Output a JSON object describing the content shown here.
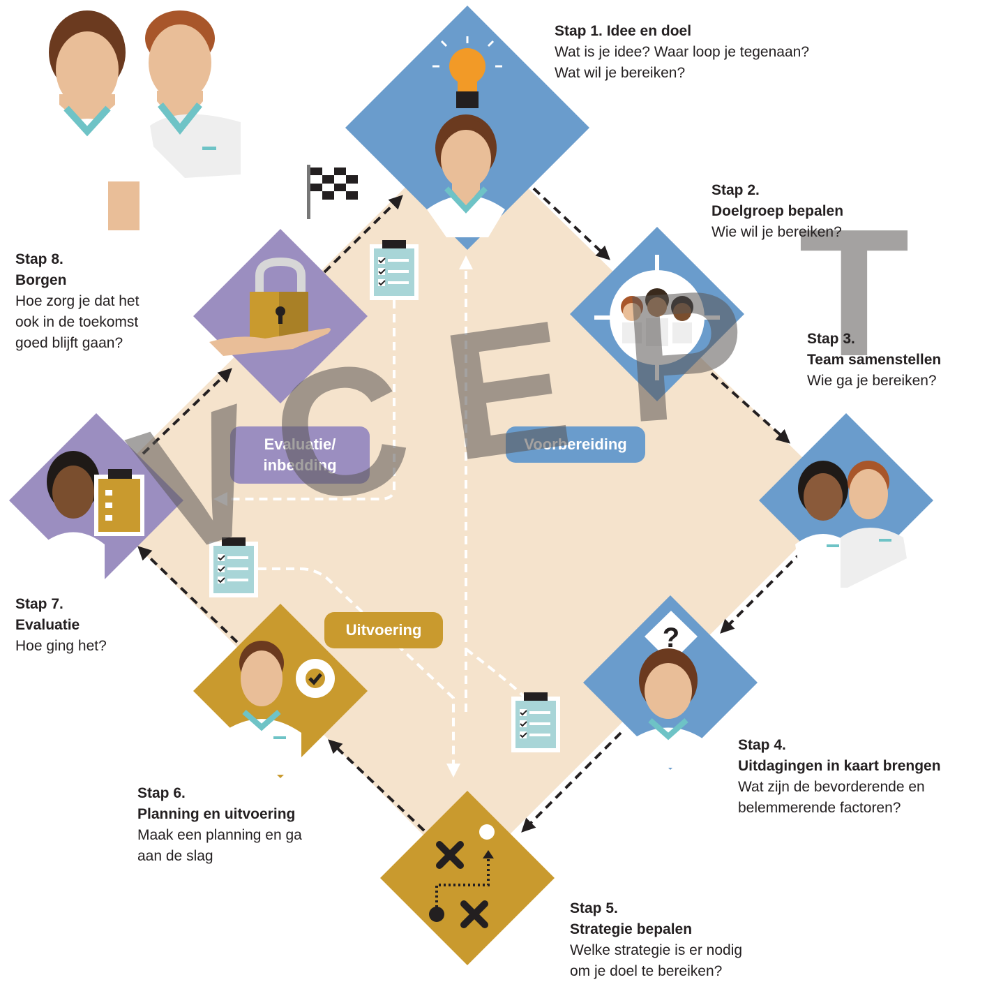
{
  "steps": [
    {
      "id": 1,
      "title": "Stap 1. Idee en doel",
      "lines": [
        "Wat is je idee? Waar loop je tegenaan?",
        "Wat wil je bereiken?"
      ]
    },
    {
      "id": 2,
      "title": "Stap 2.",
      "subtitle": "Doelgroep bepalen",
      "lines": [
        "Wie wil je bereiken?"
      ]
    },
    {
      "id": 3,
      "title": "Stap 3.",
      "subtitle": "Team samenstellen",
      "lines": [
        "Wie ga je bereiken?"
      ]
    },
    {
      "id": 4,
      "title": "Stap 4.",
      "subtitle": "Uitdagingen in kaart brengen",
      "lines": [
        "Wat zijn de bevorderende en",
        "belemmerende factoren?"
      ]
    },
    {
      "id": 5,
      "title": "Stap 5.",
      "subtitle": "Strategie bepalen",
      "lines": [
        "Welke strategie is er nodig",
        "om je doel te bereiken?"
      ]
    },
    {
      "id": 6,
      "title": "Stap 6.",
      "subtitle": "Planning en uitvoering",
      "lines": [
        "Maak een planning en ga",
        "aan de slag"
      ]
    },
    {
      "id": 7,
      "title": "Stap 7.",
      "subtitle": "Evaluatie",
      "lines": [
        "Hoe ging het?"
      ]
    },
    {
      "id": 8,
      "title": "Stap 8.",
      "subtitle": "Borgen",
      "lines": [
        "Hoe zorg je dat het",
        "ook in de toekomst",
        "goed blijft gaan?"
      ]
    }
  ],
  "phases": {
    "voorbereiding": "Voorbereiding",
    "uitvoering": "Uitvoering",
    "evaluatie_line1": "Evaluatie/",
    "evaluatie_line2": "inbedding"
  },
  "watermark": [
    "V",
    "C",
    "E",
    "P",
    "T"
  ],
  "colors": {
    "blue": "#6a9ccc",
    "purple": "#9b8ec0",
    "gold": "#c99a2e",
    "background": "#f5e3cc",
    "teal": "#6ec3c6",
    "skin": "#e9be98",
    "hair": "#6b3a1f",
    "arrow": "#231f20"
  },
  "icons": [
    "lightbulb-icon",
    "target-icon",
    "question-icon",
    "gear-check-icon",
    "strategy-map-icon",
    "padlock-icon",
    "clipboard-icon",
    "checkered-flag-icon"
  ]
}
